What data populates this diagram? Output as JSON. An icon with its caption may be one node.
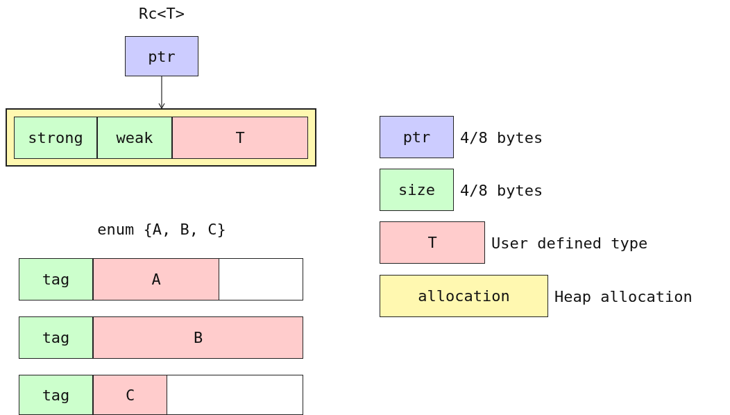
{
  "diagram": {
    "nodes": [
      {
        "text": [
          "Rc<T>",
          "ptr"
        ]
      },
      {
        "text": [],
        "shape": "box"
      },
      {
        "text": [
          "strong"
        ],
        "in": 1
      },
      {
        "text": [
          "weak"
        ],
        "in": 1
      },
      {
        "text": [
          "T"
        ],
        "in": 1
      },
      {
        "text": [],
        "shape": "box"
      },
      {
        "text": [
          "tag"
        ],
        "in": 5
      },
      {
        "text": [
          "A"
        ],
        "in": 5
      },
      {
        "text": [],
        "shape": "box"
      },
      {
        "text": [
          "tag"
        ],
        "in": 8
      },
      {
        "text": [
          "B"
        ],
        "in": 8
      },
      {
        "text": [],
        "shape": "box"
      },
      {
        "text": [
          "tag"
        ],
        "in": 11
      },
      {
        "text": [
          "C"
        ],
        "in": 11
      },
      {
        "text": [
          "ptr"
        ],
        "beside": [
          "4/8 bytes"
        ]
      },
      {
        "text": [
          "size"
        ],
        "beside": [
          "4/8 bytes"
        ]
      },
      {
        "text": [
          "T"
        ],
        "beside": [
          "User defined type"
        ]
      },
      {
        "text": [
          "allocation"
        ],
        "beside": [
          "Heap allocation"
        ]
      }
    ],
    "edges": [
      {
        "from": 0,
        "to": 1,
        "arrow": "to"
      }
    ],
    "labels": [
      "enum {A, B, C}"
    ]
  }
}
